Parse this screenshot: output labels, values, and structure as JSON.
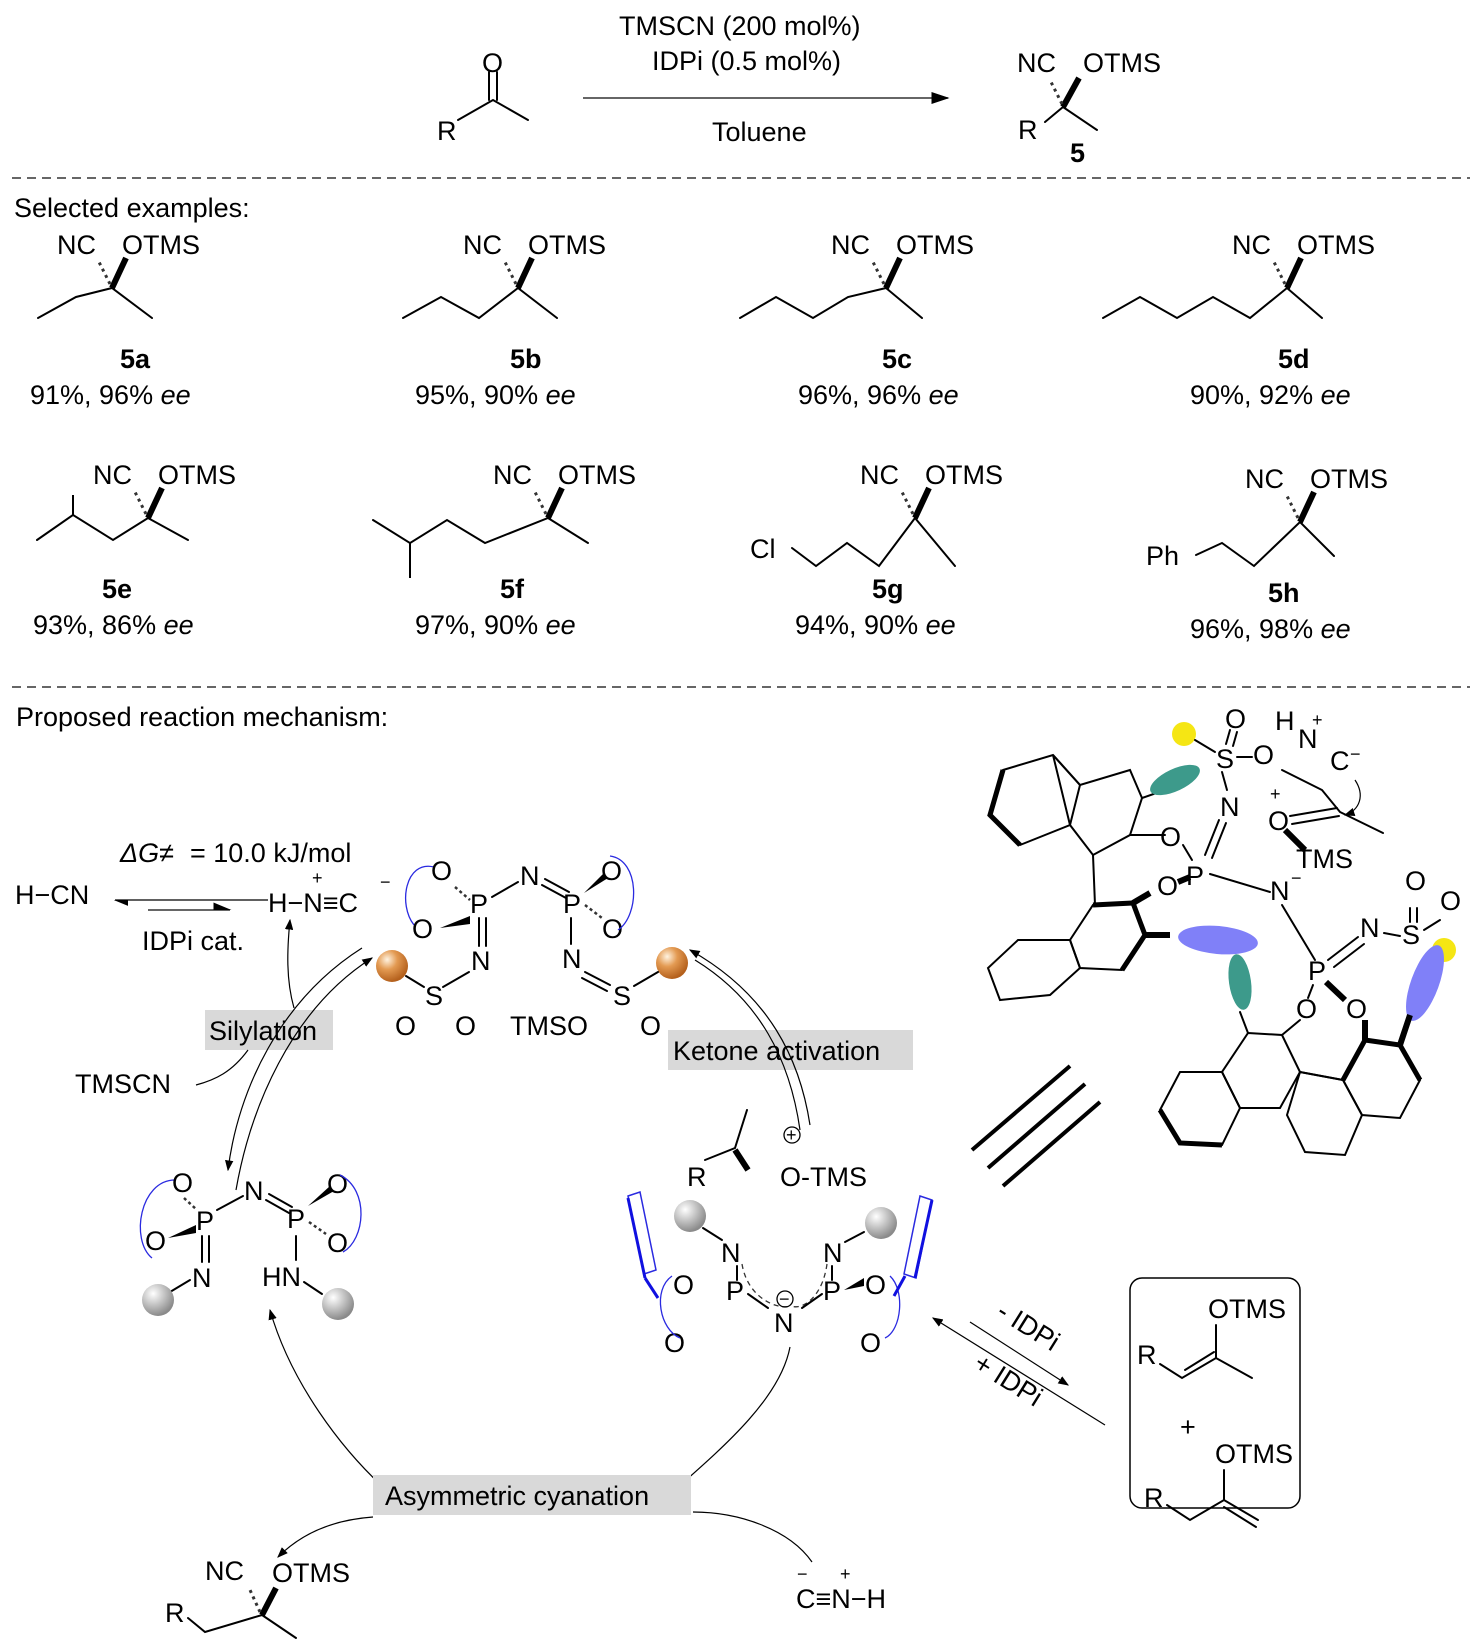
{
  "scheme": {
    "reagent_1": "TMSCN (200 mol%)",
    "reagent_2": "IDPi (0.5 mol%)",
    "solvent": "Toluene",
    "substrate_R": "R",
    "substrate_O": "O",
    "product_NC": "NC",
    "product_OTMS": "OTMS",
    "product_R": "R",
    "product_label": "5"
  },
  "examples": {
    "heading": "Selected examples:",
    "items": [
      {
        "id": "5a",
        "yield": "91%",
        "ee": "96%",
        "ee_unit": "ee",
        "extra": ""
      },
      {
        "id": "5b",
        "yield": "95%",
        "ee": "90%",
        "ee_unit": "ee",
        "extra": ""
      },
      {
        "id": "5c",
        "yield": "96%",
        "ee": "96%",
        "ee_unit": "ee",
        "extra": ""
      },
      {
        "id": "5d",
        "yield": "90%",
        "ee": "92%",
        "ee_unit": "ee",
        "extra": ""
      },
      {
        "id": "5e",
        "yield": "93%",
        "ee": "86%",
        "ee_unit": "ee",
        "extra": ""
      },
      {
        "id": "5f",
        "yield": "97%",
        "ee": "90%",
        "ee_unit": "ee",
        "extra": ""
      },
      {
        "id": "5g",
        "yield": "94%",
        "ee": "90%",
        "ee_unit": "ee",
        "extra": "Cl"
      },
      {
        "id": "5h",
        "yield": "96%",
        "ee": "98%",
        "ee_unit": "ee",
        "extra": "Ph"
      }
    ],
    "nc_label": "NC",
    "otms_label": "OTMS"
  },
  "mechanism": {
    "heading": "Proposed reaction mechanism:",
    "dG_prefix": "ΔG≠",
    "dG_value": "= 10.0 kJ/mol",
    "hcn": "H−CN",
    "hnc": "H−N≡C",
    "idpi_cat": "IDPi cat.",
    "tmscn": "TMSCN",
    "steps": {
      "silylation": "Silylation",
      "ketone_activation": "Ketone activation",
      "asymmetric_cyanation": "Asymmetric cyanation"
    },
    "equilibrium": {
      "forward": "- IDPi",
      "reverse": "+ IDPi"
    },
    "enol_ethers": {
      "otms": "OTMS",
      "r": "R",
      "plus": "+"
    },
    "final_product": {
      "nc": "NC",
      "otms": "OTMS",
      "r": "R"
    },
    "hnc_release": "C≡N−H",
    "oxocarbenium": {
      "r": "R",
      "o_tms": "O-TMS"
    },
    "catalyst_labels": {
      "tmso": "TMSO",
      "tms": "TMS",
      "hn": "HN"
    }
  },
  "colors": {
    "teal": "#3d9a8b",
    "lavender": "#8080f8",
    "yellow": "#f5e614",
    "orange_bead": "#c8752a",
    "grey_bead": "#a8a8a8",
    "label_bg": "#d9d9d9",
    "ring_blue": "#2a2ae0"
  }
}
